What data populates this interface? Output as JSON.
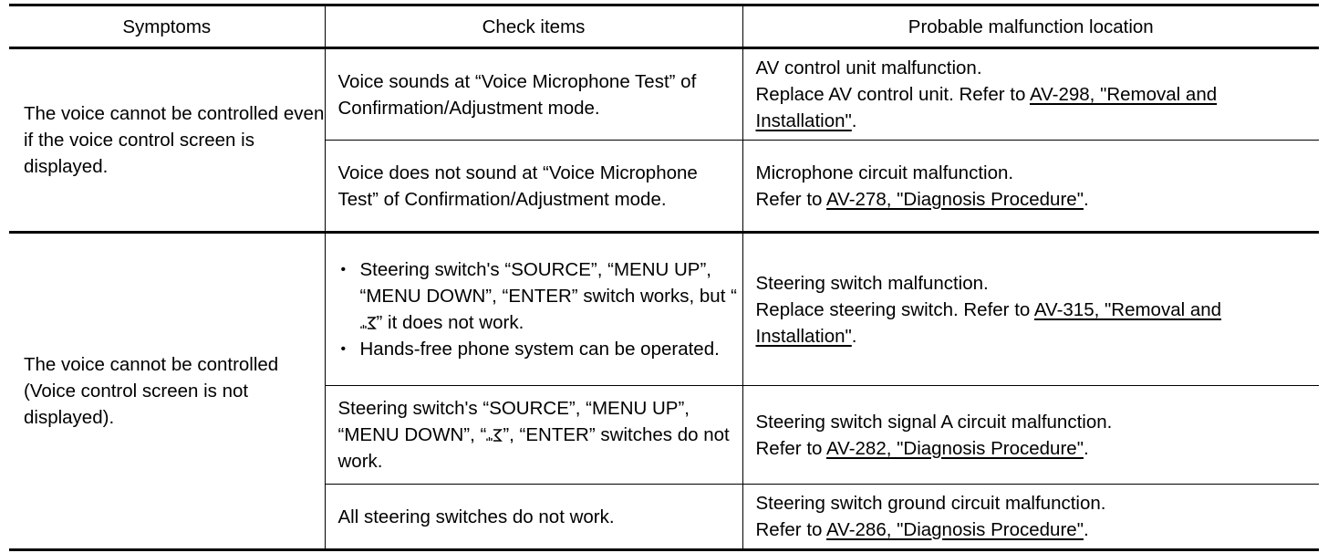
{
  "headers": [
    "Symptoms",
    "Check items",
    "Probable malfunction location"
  ],
  "groups": [
    {
      "symptom": "The voice cannot be controlled even if the voice control screen is displayed.",
      "rows": [
        {
          "check": "Voice sounds at “Voice Microphone Test” of Confirmation/Adjustment mode.",
          "loc_line1": "AV control unit malfunction.",
          "loc_prefix": "Replace AV control unit. Refer to ",
          "loc_link": "AV-298, \"Removal and Installation\"",
          "loc_suffix": "."
        },
        {
          "check": "Voice does not sound at “Voice Microphone Test” of Confirmation/Adjustment mode.",
          "loc_line1": "Microphone circuit malfunction.",
          "loc_prefix": "Refer to ",
          "loc_link": "AV-278, \"Diagnosis Procedure\"",
          "loc_suffix": "."
        }
      ]
    },
    {
      "symptom": "The voice cannot be controlled (Voice control screen is not displayed).",
      "rows": [
        {
          "bullet1_a": "Steering switch's “SOURCE”, “MENU UP”, “MENU DOWN”, “ENTER” switch works, but “",
          "bullet1_b": "” it does not work.",
          "bullet2": "Hands-free phone system can be operated.",
          "loc_line1": "Steering switch malfunction.",
          "loc_prefix": "Replace steering switch. Refer to ",
          "loc_link": "AV-315, \"Removal and Installation\"",
          "loc_suffix": "."
        },
        {
          "check_a": "Steering switch's “SOURCE”, “MENU UP”, “MENU DOWN”, “",
          "check_b": "”, “ENTER” switches do not work.",
          "loc_line1": "Steering switch signal A circuit malfunction.",
          "loc_prefix": "Refer to ",
          "loc_link": "AV-282, \"Diagnosis Procedure\"",
          "loc_suffix": "."
        },
        {
          "check": "All steering switches do not work.",
          "loc_line1": "Steering switch ground circuit malfunction.",
          "loc_prefix": "Refer to ",
          "loc_link": "AV-286, \"Diagnosis Procedure\"",
          "loc_suffix": "."
        }
      ]
    }
  ]
}
